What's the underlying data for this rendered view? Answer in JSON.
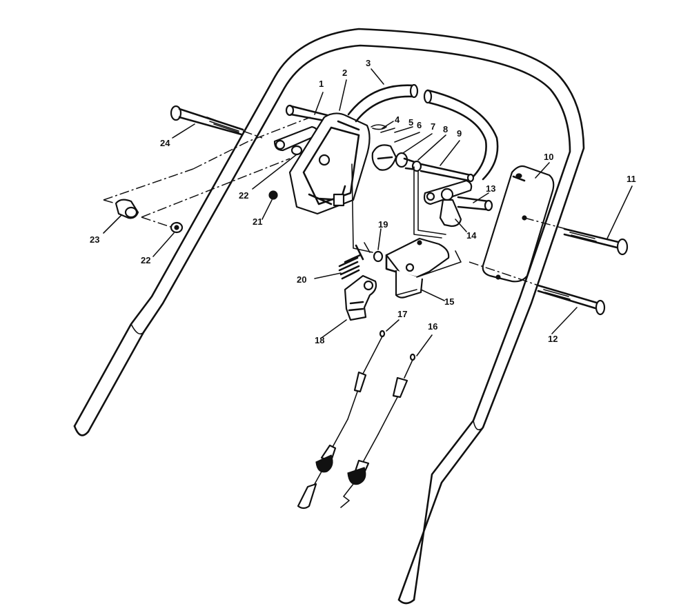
{
  "callouts": [
    {
      "id": "c1",
      "text": "1"
    },
    {
      "id": "c2",
      "text": "2"
    },
    {
      "id": "c3",
      "text": "3"
    },
    {
      "id": "c4",
      "text": "4"
    },
    {
      "id": "c5",
      "text": "5"
    },
    {
      "id": "c6",
      "text": "6"
    },
    {
      "id": "c7",
      "text": "7"
    },
    {
      "id": "c8",
      "text": "8"
    },
    {
      "id": "c9",
      "text": "9"
    },
    {
      "id": "c10",
      "text": "10"
    },
    {
      "id": "c11",
      "text": "11"
    },
    {
      "id": "c12",
      "text": "12"
    },
    {
      "id": "c13",
      "text": "13"
    },
    {
      "id": "c14",
      "text": "14"
    },
    {
      "id": "c15",
      "text": "15"
    },
    {
      "id": "c16",
      "text": "16"
    },
    {
      "id": "c17",
      "text": "17"
    },
    {
      "id": "c18",
      "text": "18"
    },
    {
      "id": "c19",
      "text": "19"
    },
    {
      "id": "c20",
      "text": "20"
    },
    {
      "id": "c21",
      "text": "21"
    },
    {
      "id": "c22a",
      "text": "22"
    },
    {
      "id": "c22b",
      "text": "22"
    },
    {
      "id": "c23",
      "text": "23"
    },
    {
      "id": "c24",
      "text": "24"
    }
  ]
}
